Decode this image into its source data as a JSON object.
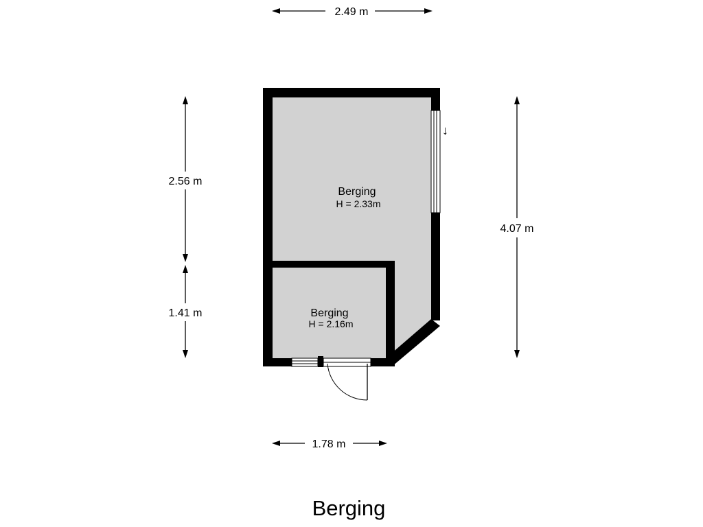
{
  "title": "Berging",
  "colors": {
    "wall": "#000000",
    "floor": "#d2d2d2",
    "background": "#ffffff"
  },
  "rooms": [
    {
      "name": "Berging",
      "height": "H = 2.33m"
    },
    {
      "name": "Berging",
      "height": "H = 2.16m"
    }
  ],
  "dimensions": {
    "top_width": "2.49 m",
    "bottom_width": "1.78 m",
    "left_upper": "2.56 m",
    "left_lower": "1.41 m",
    "right_total": "4.07 m"
  },
  "symbols": {
    "window_arrow": "↓"
  }
}
